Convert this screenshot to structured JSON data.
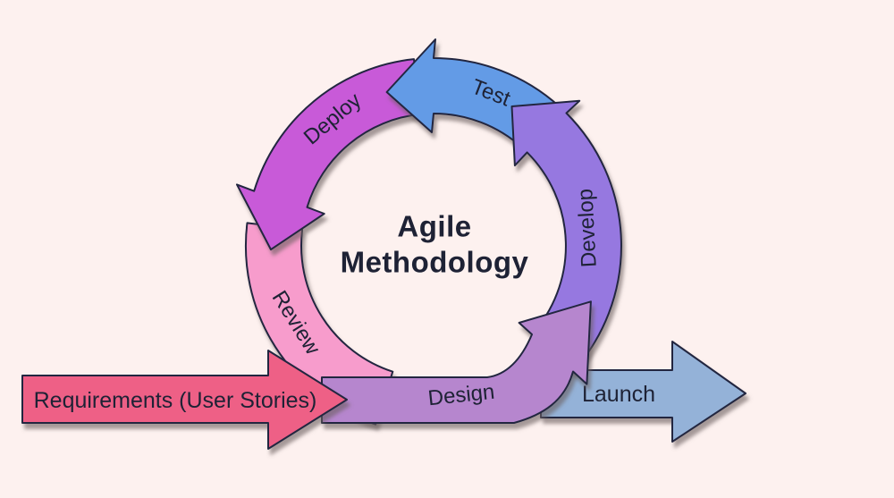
{
  "diagram": {
    "title_line1": "Agile",
    "title_line2": "Methodology"
  },
  "cycle": {
    "design": {
      "label": "Design",
      "color": "#B686CE"
    },
    "develop": {
      "label": "Develop",
      "color": "#9678E0"
    },
    "test": {
      "label": "Test",
      "color": "#649BE6"
    },
    "deploy": {
      "label": "Deploy",
      "color": "#C85AD8"
    },
    "review": {
      "label": "Review",
      "color": "#F79CCC"
    }
  },
  "flow": {
    "requirements": {
      "label": "Requirements (User Stories)",
      "color": "#EE6086"
    },
    "launch": {
      "label": "Launch",
      "color": "#94B2D8"
    }
  },
  "style": {
    "background": "#FDF1EF",
    "outline": "#232741",
    "text": "#1E2235"
  }
}
